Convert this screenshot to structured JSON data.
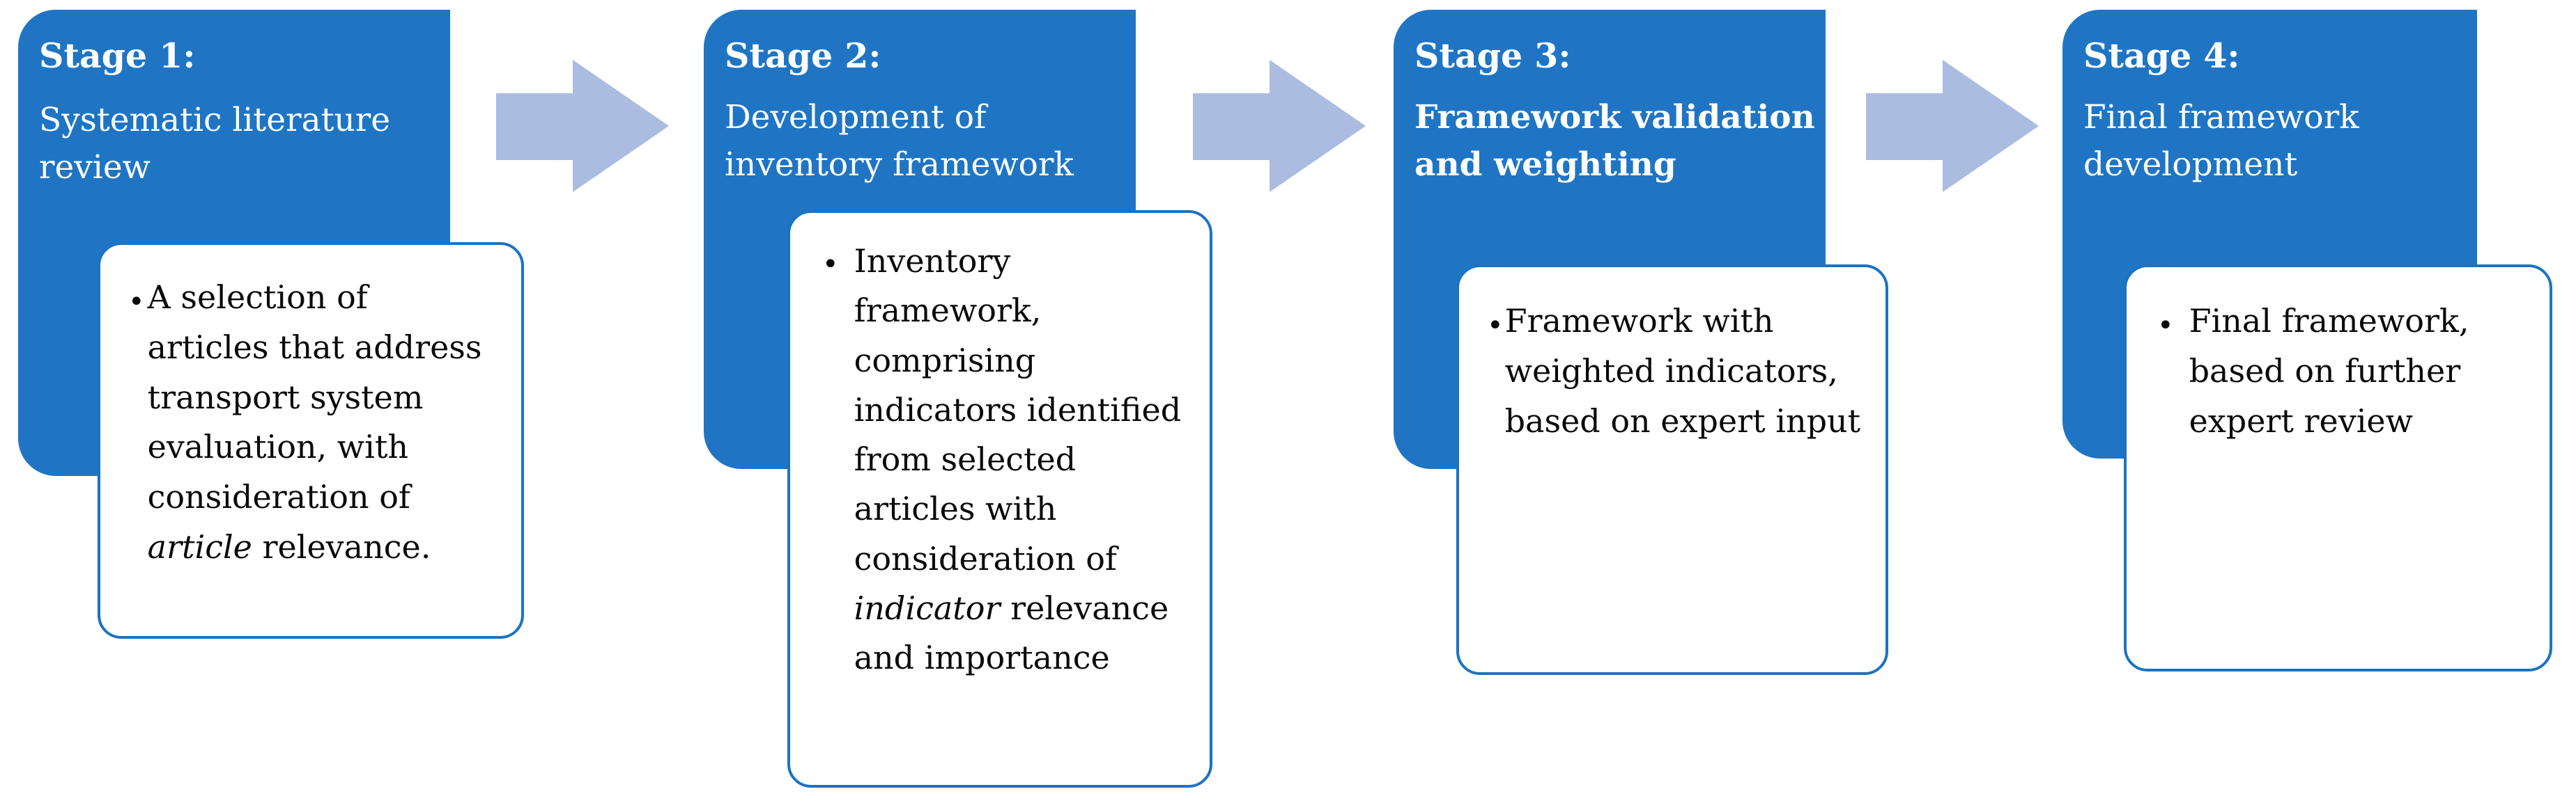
{
  "diagram": {
    "title": "Four-stage framework development process",
    "colors": {
      "stage_card_blue": "#1F75C4",
      "detail_card_border": "#1B73C3",
      "detail_card_fill": "#FFFFFF",
      "arrow_fill": "#AABCE0",
      "stage_text": "#FFFFFF",
      "detail_text": "#0A0A0A"
    },
    "bullet_glyph": "•"
  },
  "stages": [
    {
      "label": "Stage 1:",
      "title": "Systematic literature review",
      "title_bold": false,
      "detail": {
        "bullet": "•",
        "text_before_italic": "A selection of articles that address transport system evaluation, with consideration of ",
        "italic_word": "article",
        "text_after_italic": " relevance.",
        "full_text": "A selection of articles that address transport system evaluation, with consideration of article relevance."
      }
    },
    {
      "label": "Stage 2:",
      "title": "Development of inventory framework",
      "title_bold": false,
      "detail": {
        "bullet": "•",
        "text_before_italic": "Inventory framework, comprising indicators identified from selected articles with consideration of ",
        "italic_word": "indicator",
        "text_after_italic": " relevance and importance",
        "full_text": "Inventory framework, comprising indicators identified from selected articles with consideration of indicator relevance and importance"
      }
    },
    {
      "label": "Stage 3:",
      "title": "Framework validation and weighting",
      "title_bold": true,
      "detail": {
        "bullet": "•",
        "text_before_italic": "Framework with weighted indicators, based on expert input",
        "italic_word": "",
        "text_after_italic": "",
        "full_text": "Framework with weighted indicators, based on expert input"
      }
    },
    {
      "label": "Stage 4:",
      "title": "Final framework development",
      "title_bold": false,
      "detail": {
        "bullet": "•",
        "text_before_italic": "Final framework, based on further expert review",
        "italic_word": "",
        "text_after_italic": "",
        "full_text": "Final framework, based on further expert review"
      }
    }
  ],
  "arrows": [
    {
      "name": "arrow-stage1-to-stage2",
      "direction": "right"
    },
    {
      "name": "arrow-stage2-to-stage3",
      "direction": "right"
    },
    {
      "name": "arrow-stage3-to-stage4",
      "direction": "right"
    }
  ]
}
